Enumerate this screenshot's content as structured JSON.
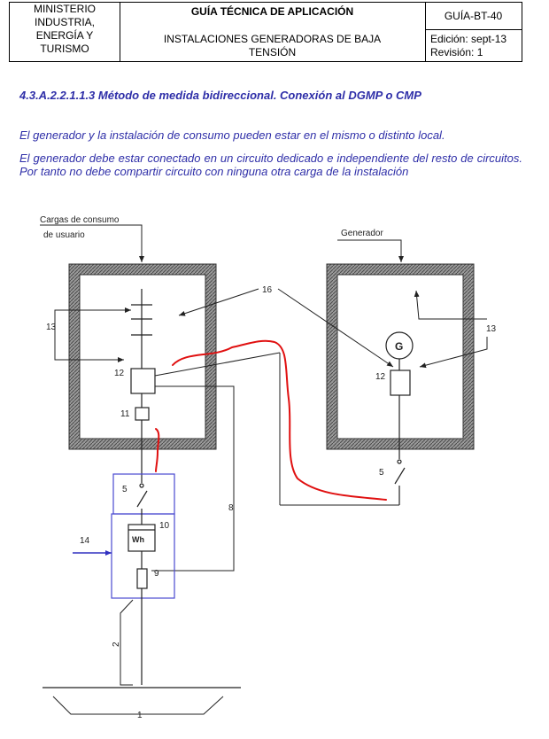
{
  "header": {
    "org": [
      "MINISTERIO",
      "INDUSTRIA,",
      "ENERGÍA Y",
      "TURISMO"
    ],
    "title": "GUÍA TÉCNICA DE APLICACIÓN",
    "subtitle_line1": "INSTALACIONES GENERADORAS DE BAJA",
    "subtitle_line2": "TENSIÓN",
    "code": "GUÍA-BT-40",
    "edition": "Edición: sept-13",
    "revision": "Revisión: 1"
  },
  "section_heading": "4.3.A.2.2.1.1.3 Método de medida bidireccional. Conexión al DGMP o CMP",
  "paragraphs": [
    "El generador y la instalación de consumo pueden estar en el mismo o distinto local.",
    "El generador debe estar conectado en un circuito dedicado e independiente del resto de circuitos. Por tanto no debe compartir circuito con ninguna otra carga de la instalación"
  ],
  "diagram": {
    "label_loads_1": "Cargas de consumo",
    "label_loads_2": "de usuario",
    "label_generator": "Generador",
    "generator_symbol": "G",
    "meter_symbol": "Wh",
    "num_1": "1",
    "num_2": "2",
    "num_5": "5",
    "num_8": "8",
    "num_9": "9",
    "num_10": "10",
    "num_11": "11",
    "num_12": "12",
    "num_13": "13",
    "num_14": "14",
    "num_16": "16",
    "colors": {
      "text_blue": "#2e2ea8",
      "annotation_red": "#e01010",
      "box_blue": "#4a4ad0"
    }
  }
}
